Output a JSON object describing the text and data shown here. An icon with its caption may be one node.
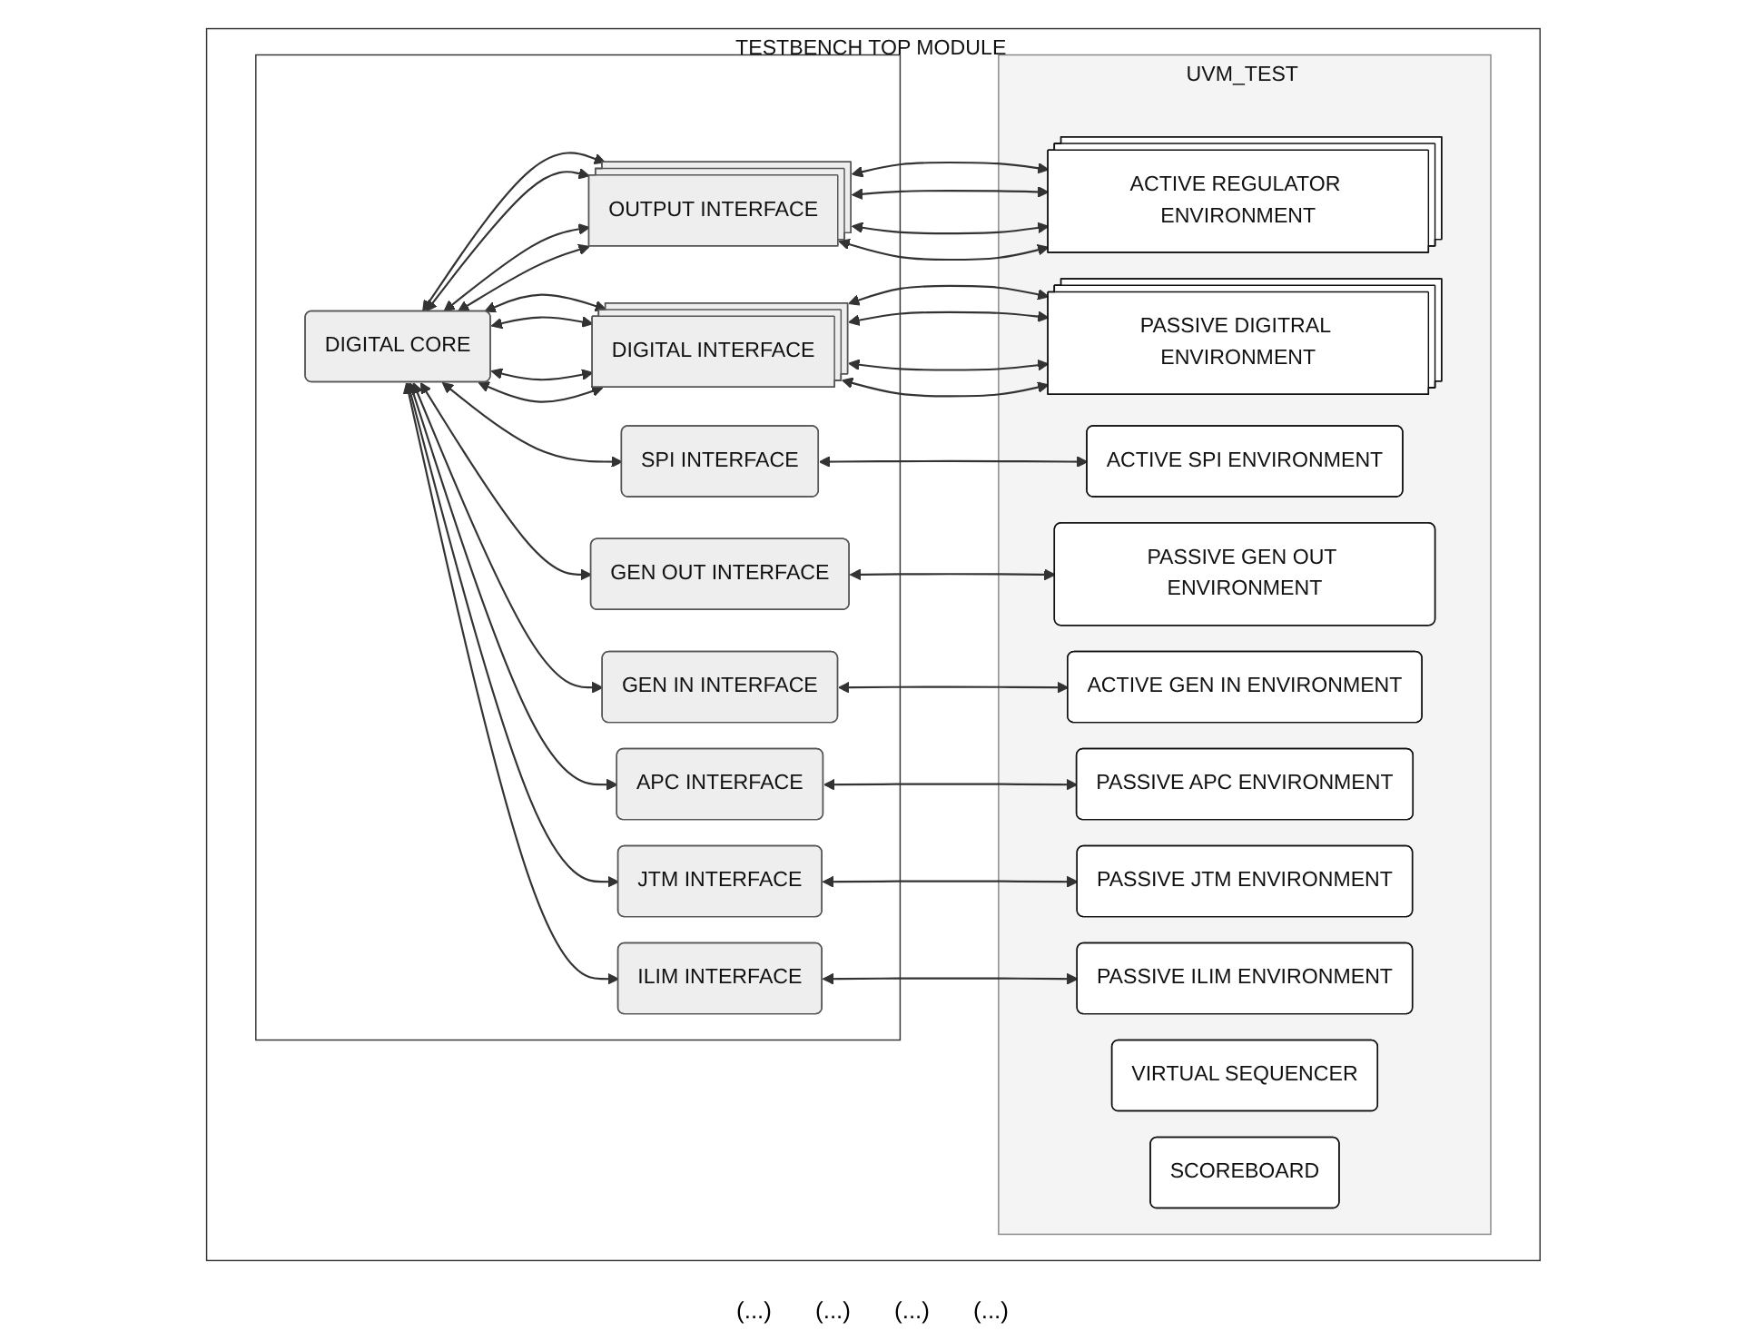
{
  "diagram": {
    "nodes": [
      {
        "text": [
          "TESTBENCH TOP MODULE"
        ]
      },
      {
        "text": [
          "UVM_TEST"
        ],
        "in": 0
      },
      {
        "text": [],
        "shape": "box",
        "in": 0
      },
      {
        "text": [
          "VIRTUAL SEQUENCER"
        ],
        "in": 1
      },
      {
        "text": [
          "ACTIVE REGULATOR ENVIRONMENT"
        ],
        "in": 1
      },
      {
        "text": [
          "OUTPUT INTERFACE"
        ],
        "in": 2
      },
      {
        "text": [
          "DIGITAL CORE"
        ],
        "in": 2
      },
      {
        "text": [
          "DIGITAL INTERFACE"
        ],
        "in": 2
      },
      {
        "text": [
          "PASSIVE DIGITRAL ENVIRONMENT"
        ],
        "in": 1
      },
      {
        "text": [
          "SCOREBOARD"
        ],
        "in": 1
      },
      {
        "text": [
          "ACTIVE SPI ENVIRONMENT"
        ],
        "in": 1
      },
      {
        "text": [
          "SPI INTERFACE"
        ],
        "in": 2
      },
      {
        "text": [
          "GEN OUT INTERFACE"
        ],
        "in": 2
      },
      {
        "text": [
          "PASSIVE GEN OUT ENVIRONMENT"
        ],
        "in": 1
      },
      {
        "text": [
          "ACTIVE GEN IN ENVIRONMENT"
        ],
        "in": 1
      },
      {
        "text": [
          "GEN IN INTERFACE"
        ],
        "in": 2
      },
      {
        "text": [
          "APC INTERFACE"
        ],
        "in": 2
      },
      {
        "text": [
          "PASSIVE APC ENVIRONMENT"
        ],
        "in": 1
      },
      {
        "text": [
          "PASSIVE JTM ENVIRONMENT"
        ],
        "in": 1
      },
      {
        "text": [
          "JTM INTERFACE"
        ],
        "in": 2
      },
      {
        "text": [
          "ILIM INTERFACE"
        ],
        "in": 2
      },
      {
        "text": [
          "PASSIVE ILIM ENVIRONMENT"
        ],
        "in": 1
      }
    ],
    "edges": [
      {
        "from": 5,
        "to": 4,
        "arrow": "both"
      },
      {
        "from": 5,
        "to": 4,
        "arrow": "both"
      },
      {
        "from": 5,
        "to": 4,
        "arrow": "both"
      },
      {
        "from": 5,
        "to": 4,
        "arrow": "both"
      },
      {
        "from": 6,
        "to": 5,
        "arrow": "both"
      },
      {
        "from": 6,
        "to": 5,
        "arrow": "both"
      },
      {
        "from": 6,
        "to": 5,
        "arrow": "both"
      },
      {
        "from": 6,
        "to": 5,
        "arrow": "both"
      },
      {
        "from": 6,
        "to": 7,
        "arrow": "both"
      },
      {
        "from": 6,
        "to": 7,
        "arrow": "both"
      },
      {
        "from": 6,
        "to": 7,
        "arrow": "both"
      },
      {
        "from": 6,
        "to": 7,
        "arrow": "both"
      },
      {
        "from": 7,
        "to": 8,
        "arrow": "both"
      },
      {
        "from": 7,
        "to": 8,
        "arrow": "both"
      },
      {
        "from": 7,
        "to": 8,
        "arrow": "both"
      },
      {
        "from": 7,
        "to": 8,
        "arrow": "both"
      },
      {
        "from": 11,
        "to": 10,
        "arrow": "both"
      },
      {
        "from": 6,
        "to": 11,
        "arrow": "both"
      },
      {
        "from": 6,
        "to": 12,
        "arrow": "both"
      },
      {
        "from": 12,
        "to": 13,
        "arrow": "both"
      },
      {
        "from": 15,
        "to": 14,
        "arrow": "both"
      },
      {
        "from": 6,
        "to": 15,
        "arrow": "both"
      },
      {
        "from": 6,
        "to": 16,
        "arrow": "both"
      },
      {
        "from": 16,
        "to": 17,
        "arrow": "both"
      },
      {
        "from": 19,
        "to": 18,
        "arrow": "both"
      },
      {
        "from": 6,
        "to": 19,
        "arrow": "both"
      },
      {
        "from": 6,
        "to": 20,
        "arrow": "both"
      },
      {
        "from": 20,
        "to": 21,
        "arrow": "both"
      }
    ],
    "labels": [
      "(...)",
      "(...)",
      "(...)",
      "(...)"
    ]
  }
}
